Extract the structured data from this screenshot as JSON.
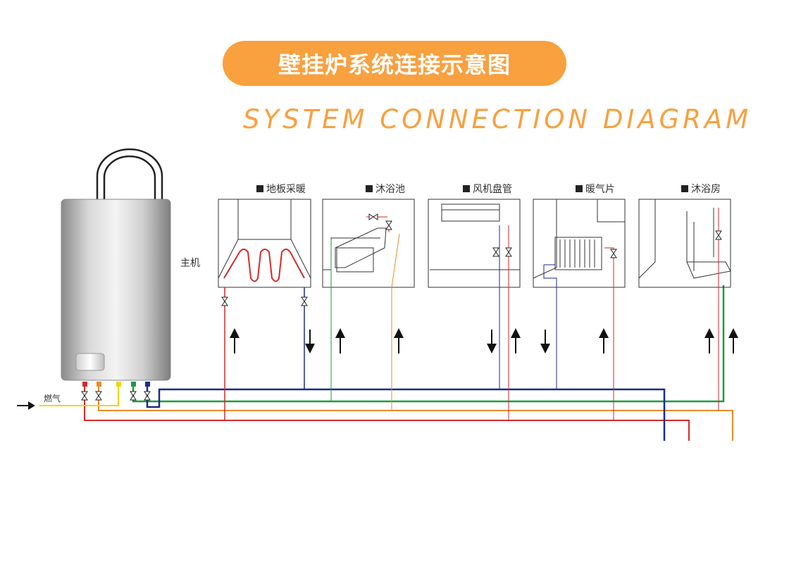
{
  "title": "壁挂炉系统连接示意图",
  "subtitle": "SYSTEM CONNECTION DIAGRAM",
  "boiler_label": "主机",
  "gas_label": "燃气",
  "rooms": [
    {
      "label": "地板采暖"
    },
    {
      "label": "沐浴池"
    },
    {
      "label": "风机盘管"
    },
    {
      "label": "暖气片"
    },
    {
      "label": "沐浴房"
    }
  ],
  "colors": {
    "accent": "#f9a03f",
    "supply_red": "#d42a2a",
    "orange": "#ef8a2a",
    "yellow_gas": "#f2d40a",
    "green": "#1e9a3c",
    "blue": "#1a2b8a"
  }
}
